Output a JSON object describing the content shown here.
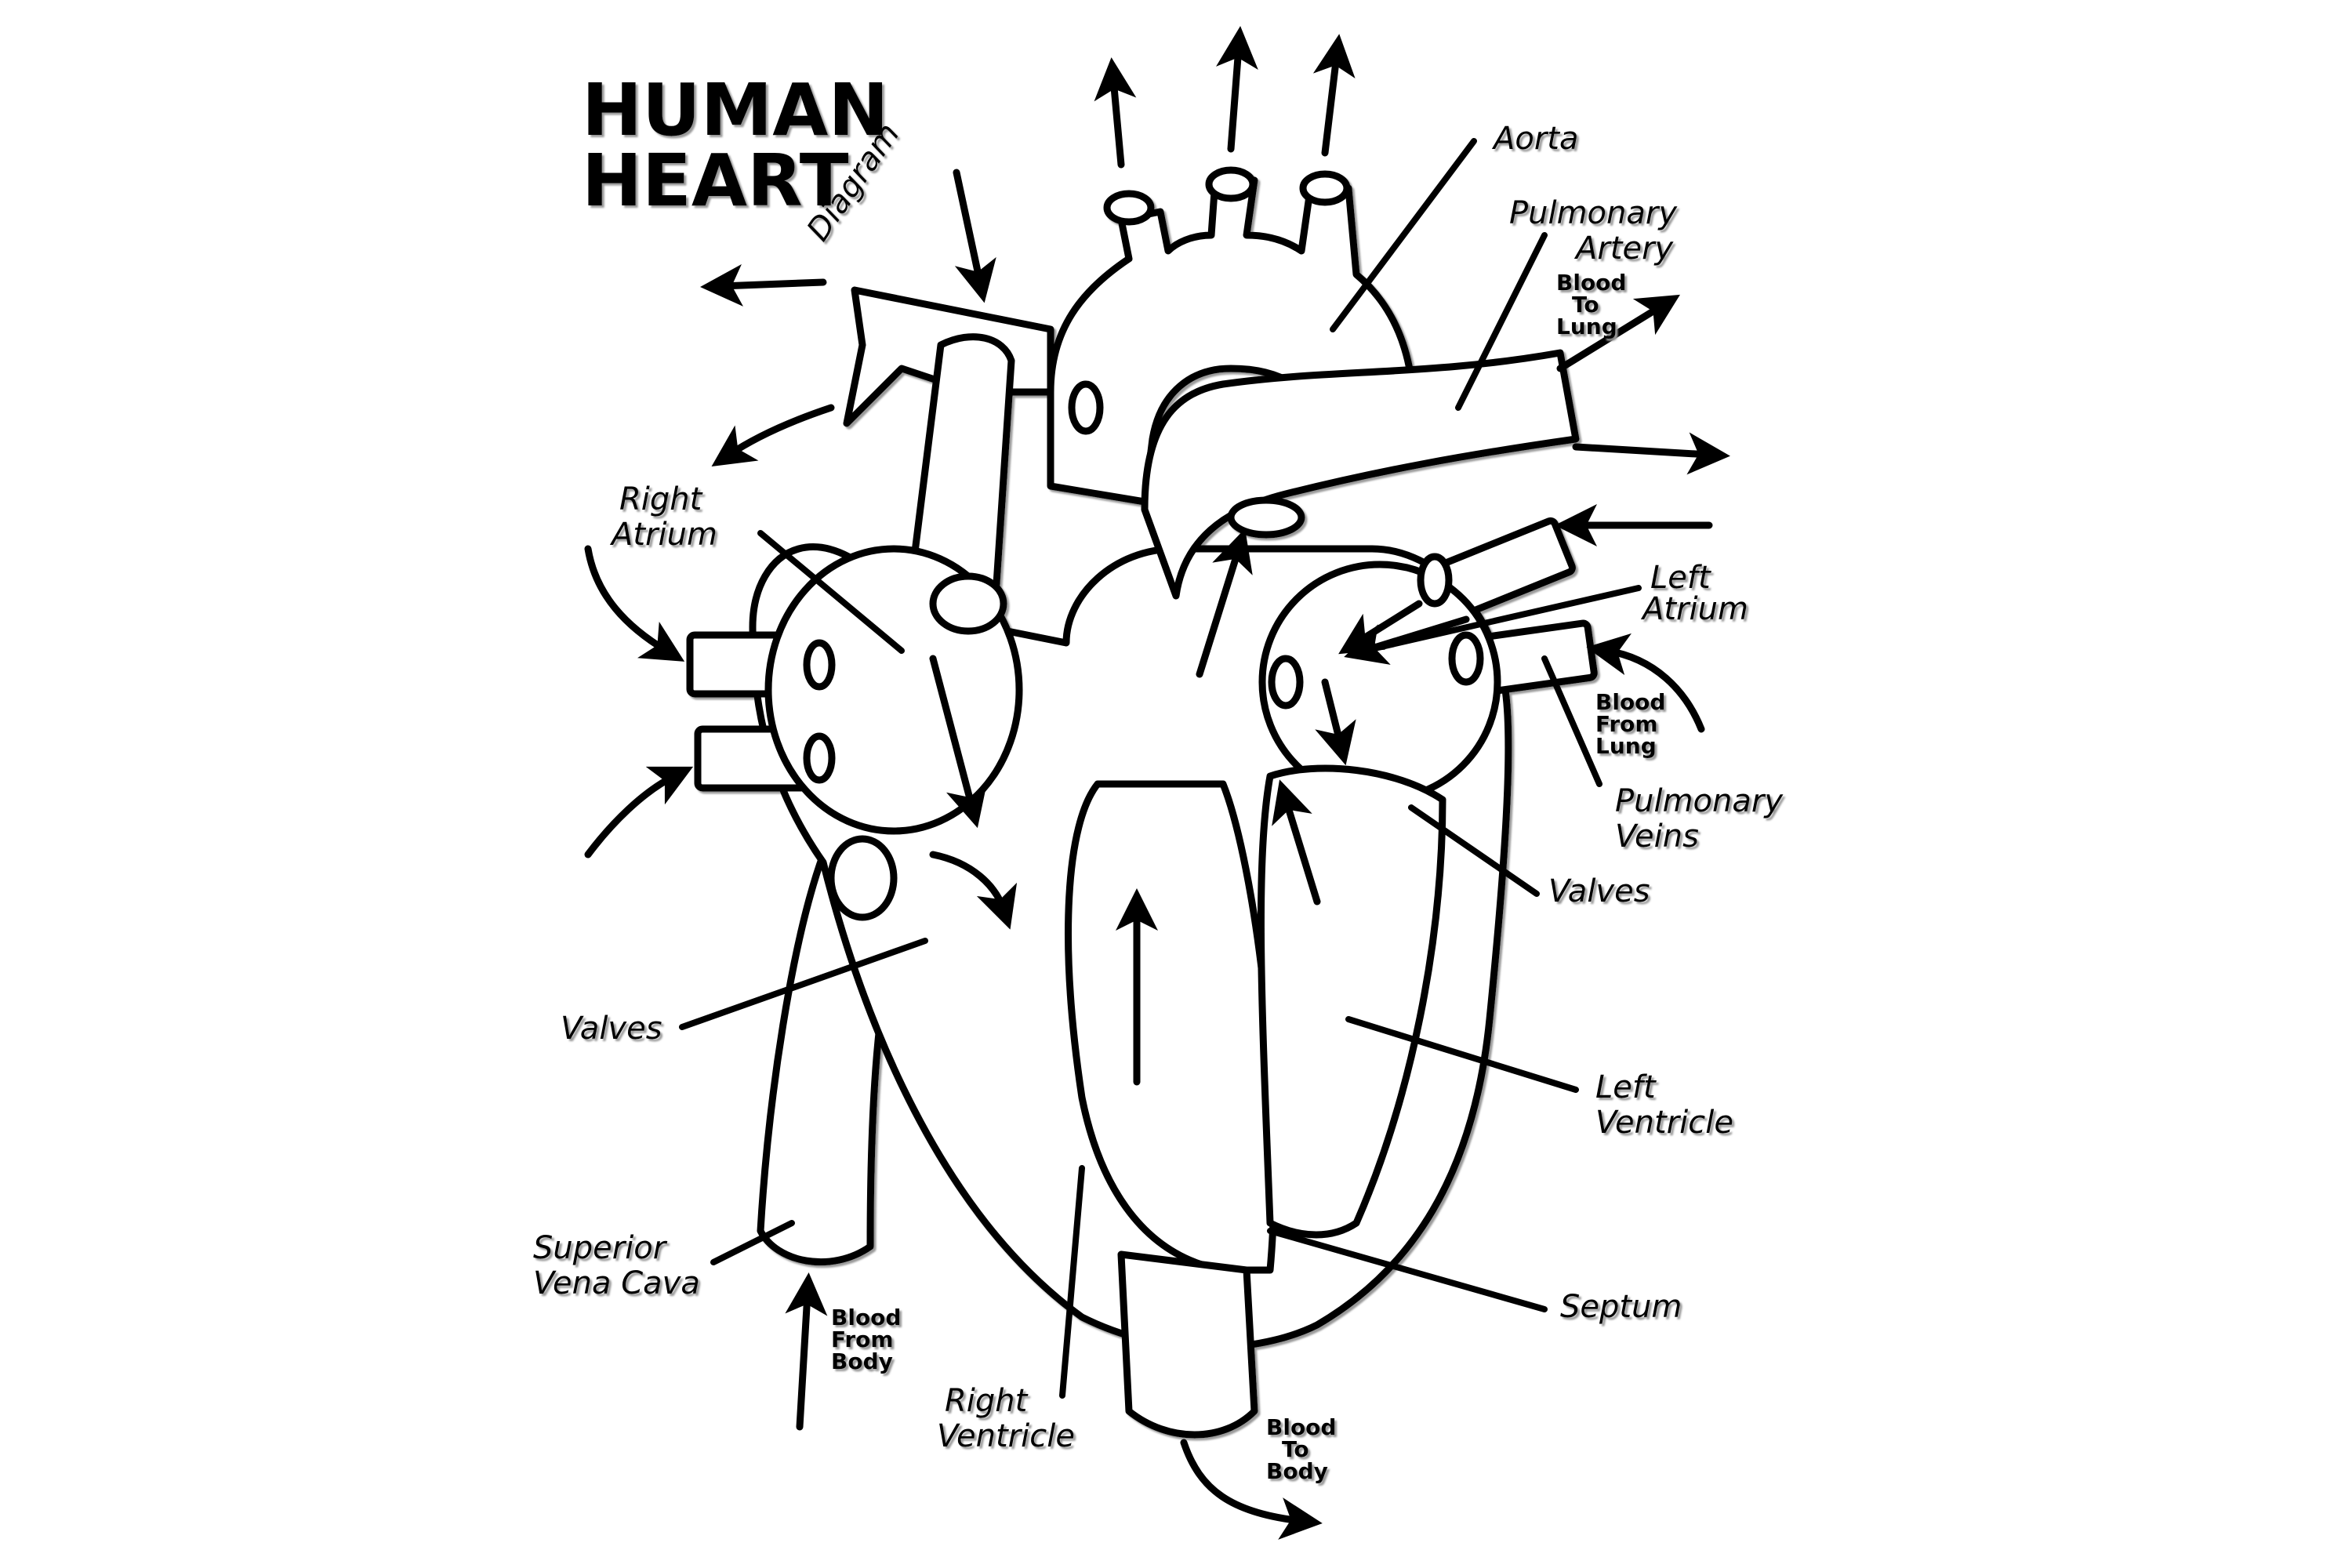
{
  "title": {
    "line1": "HUMAN",
    "line2": "HEART",
    "subtitle": "Diagram"
  },
  "labels": {
    "aorta": "Aorta",
    "pulmonary_artery": [
      "Pulmonary",
      "Artery"
    ],
    "right_atrium": [
      "Right",
      "Atrium"
    ],
    "left_atrium": [
      "Left",
      "Atrium"
    ],
    "pulmonary_veins": [
      "Pulmonary",
      "Veins"
    ],
    "valves_right": "Valves",
    "valves_left": "Valves",
    "left_ventricle": [
      "Left",
      "Ventricle"
    ],
    "septum": "Septum",
    "superior_vena_cava": [
      "Superior",
      "Vena Cava"
    ],
    "right_ventricle": [
      "Right",
      "Ventricle"
    ]
  },
  "flow_notes": {
    "blood_to_lung": [
      "Blood",
      "To",
      "Lung"
    ],
    "blood_from_lung": [
      "Blood",
      "From",
      "Lung"
    ],
    "blood_from_body": [
      "Blood",
      "From",
      "Body"
    ],
    "blood_to_body": [
      "Blood",
      "To",
      "Body"
    ]
  },
  "colors": {
    "ink": "#000000",
    "background": "#ffffff",
    "shadow": "#9a9a9a"
  }
}
